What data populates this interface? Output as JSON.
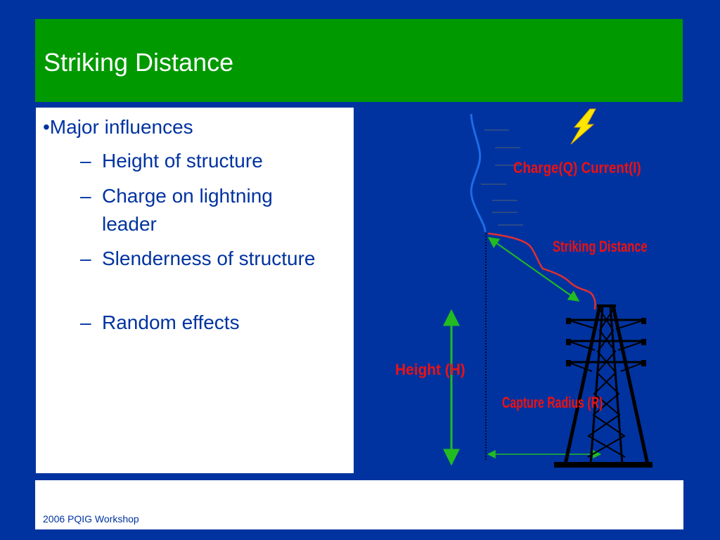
{
  "slide": {
    "title": "Striking Distance",
    "footer": "2006 PQIG Workshop"
  },
  "content": {
    "heading": "•Major influences",
    "dash": "–",
    "items": [
      "Height of structure",
      "Charge on lightning leader",
      "Slenderness of structure",
      "Random effects"
    ]
  },
  "diagram": {
    "labels": {
      "charge": "Charge(Q) Current(I)",
      "striking_distance": "Striking Distance",
      "height": "Height (H)",
      "radius": "Capture Radius (R)"
    },
    "colors": {
      "label": "#ee1111",
      "arrow": "#22bb22",
      "leader": "#1e6be8",
      "tower": "#000000",
      "bolt": "#ffe600"
    }
  },
  "colors": {
    "background": "#0033a0",
    "title_bar": "#009900",
    "text": "#0033a0"
  }
}
